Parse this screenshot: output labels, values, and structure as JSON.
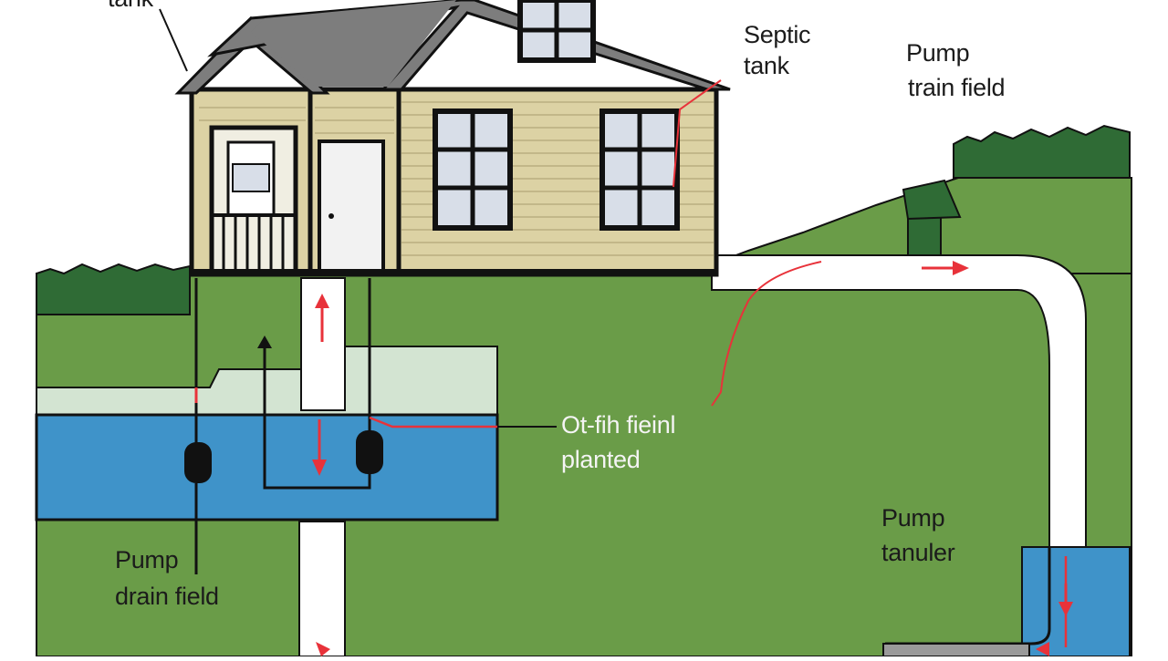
{
  "labels": {
    "top_left_partial": "tank",
    "septic_tank_line1": "Septic",
    "septic_tank_line2": "tank",
    "pump_train_line1": "Pump",
    "pump_train_line2": "train field",
    "overflow_line1": "Ot-fih fieinl",
    "overflow_line2": "planted",
    "pump_drain_line1": "Pump",
    "pump_drain_line2": "drain field",
    "pump_tank_line1": "Pump",
    "pump_tank_line2": "tanuler"
  },
  "colors": {
    "grass": "#6a9c48",
    "grass_dark": "#2f6b35",
    "water": "#3f93c9",
    "pale_fill": "#d3e4d2",
    "siding": "#dcd2a4",
    "roof": "#7d7d7d",
    "pipe": "#ffffff",
    "flow_arrow": "#e8323a",
    "outline": "#111111"
  }
}
